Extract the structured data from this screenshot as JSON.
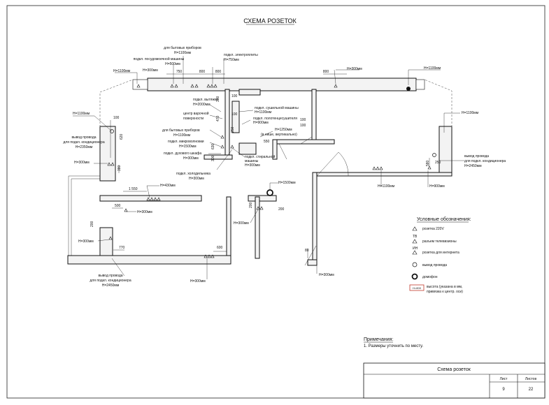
{
  "title": "СХЕМА РОЗЕТОК",
  "top_labels": {
    "appliances": [
      "для бытовых приборов",
      "H=1100мм"
    ],
    "dishwasher": [
      "подкл. посудомоечной машины",
      "H=500мм"
    ],
    "hob": [
      "подкл. электроплиты",
      "H=750мм"
    ]
  },
  "heights": {
    "h1100": "H=1100мм",
    "h300": "H=300мм",
    "h1100_1": "H=1100мм",
    "h900": "H=900мм",
    "h430": "H=430мм",
    "h1500": "H=1500мм",
    "h300_b1": "H=300мм",
    "h300_b2": "H=300мм",
    "h300_b3": "H=300мм",
    "h300_b4": "H=300мм",
    "h300_b5": "H=300мм"
  },
  "dims": {
    "d750": "750",
    "d800a": "800",
    "d800b": "800",
    "d800c": "800",
    "d100a": "100",
    "d620": "620",
    "d380": "380",
    "d580": "580",
    "d250": "250",
    "d1550": "1 550",
    "d500": "500",
    "d200a": "200",
    "d770": "770",
    "d600": "600",
    "d200b": "200",
    "d80": "80",
    "d550": "550",
    "d100b": "100",
    "d100c": "100",
    "d100d": "100",
    "d300": "300",
    "d470": "470",
    "d630": "630",
    "d250b": "250",
    "d300b": "300",
    "d200c": "200",
    "d100e": "100"
  },
  "kitchen_labels": {
    "hood": [
      "подкл. вытяжки",
      "H=2000мм"
    ],
    "hob_center": [
      "центр варочной",
      "поверхности"
    ],
    "appliances2": [
      "для бытовых приборов",
      "H=1100мм"
    ],
    "microwave": [
      "подкл. микроволновки",
      "H=1500мм"
    ],
    "oven": [
      "подкл. духового шкафа",
      "H=300мм"
    ],
    "fridge": [
      "подкл. холодильника",
      "H=300мм"
    ],
    "dryer": [
      "подкл. сушильной машины",
      "H=1100мм"
    ],
    "towel": [
      "подкл. полотенцесушителя",
      "H=900мм"
    ],
    "h1250": [
      "H=1250мм",
      "(в нише, вертикально)"
    ],
    "washer": [
      "подкл. стиральной",
      "машины",
      "H=300мм"
    ]
  },
  "ac_left_top": [
    "вывод провода",
    "для подкл. кондиционера",
    "H=2350мм"
  ],
  "ac_right": [
    "вывод провода",
    "для подкл. кондиционера",
    "H=2450мм"
  ],
  "ac_left_bottom": [
    "вывод провода",
    "для подкл. кондиционера",
    "H=2450мм"
  ],
  "legend": {
    "title": "Условные обозначения:",
    "items": [
      {
        "label": "розетка 220V"
      },
      {
        "label": "разъем телевизионы",
        "code": "TB"
      },
      {
        "label": "розетка для интернета",
        "code": "ИН"
      },
      {
        "label": "вывод провода"
      },
      {
        "label": "домофон"
      },
      {
        "label": "высота (указана в мм, привязка к центр. оси)",
        "line1": "высота (указана в мм,",
        "line2": "привязка к  центр. оси)",
        "code": "H=800"
      }
    ]
  },
  "notes": {
    "title": "Примечания:",
    "text": "1. Размеры уточнить по месту."
  },
  "stamp": {
    "name": "Схема розеток",
    "sheet_label": "Лист",
    "sheets_label": "Листов",
    "sheet": "9",
    "sheets": "22"
  }
}
